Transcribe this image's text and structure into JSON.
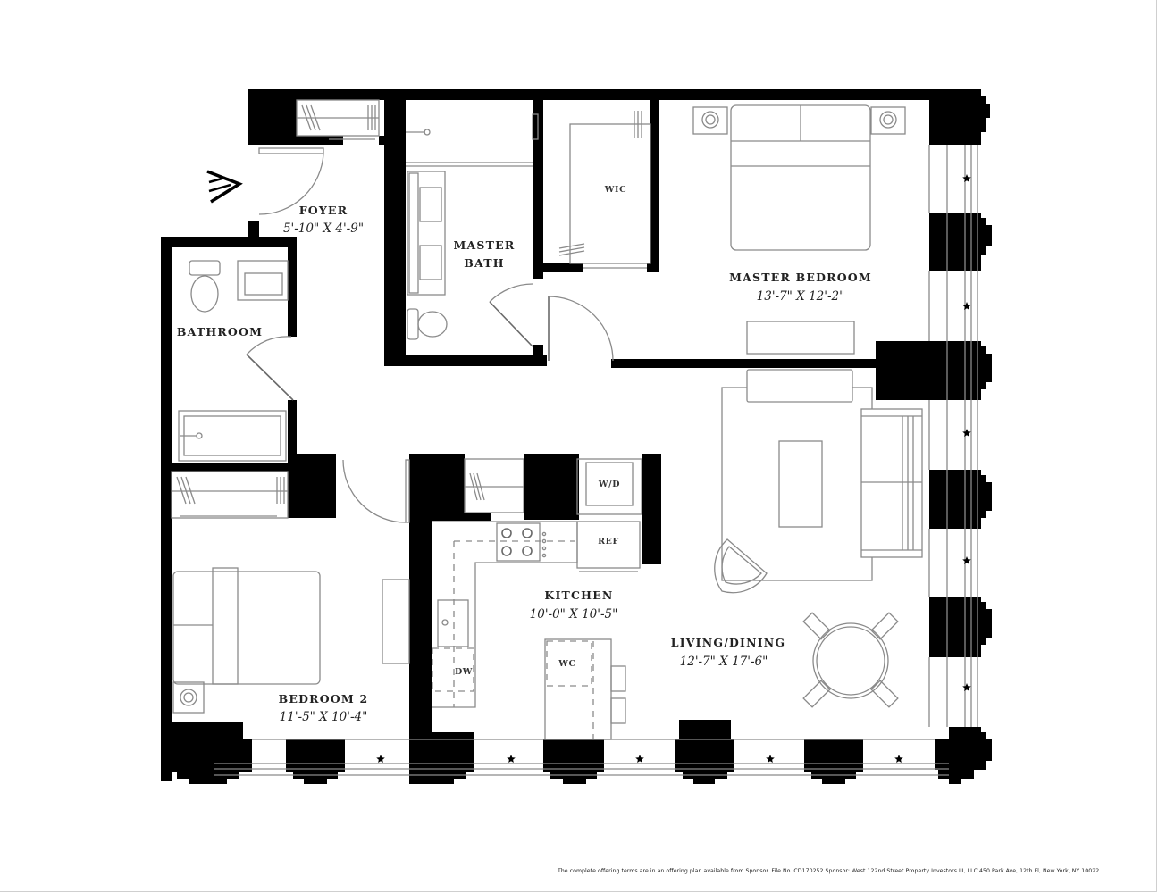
{
  "plan": {
    "rooms": [
      {
        "id": "foyer",
        "name": "FOYER",
        "dimensions": "5'-10\" X 4'-9\""
      },
      {
        "id": "master_bath",
        "name_line1": "MASTER",
        "name_line2": "BATH"
      },
      {
        "id": "wic",
        "name": "WIC"
      },
      {
        "id": "master_bedroom",
        "name": "MASTER BEDROOM",
        "dimensions": "13'-7\" X 12'-2\""
      },
      {
        "id": "bathroom",
        "name": "BATHROOM"
      },
      {
        "id": "bedroom2",
        "name": "BEDROOM 2",
        "dimensions": "11'-5\" X 10'-4\""
      },
      {
        "id": "kitchen",
        "name": "KITCHEN",
        "dimensions": "10'-0\" X 10'-5\""
      },
      {
        "id": "living_dining",
        "name": "LIVING/DINING",
        "dimensions": "12'-7\" X 17'-6\""
      }
    ],
    "fixtures": {
      "washer_dryer": "W/D",
      "refrigerator": "REF",
      "dishwasher": "DW",
      "wine_cooler": "WC"
    },
    "entry_icon": "entry-arrow-icon",
    "wall_color": "#000000",
    "line_color": "#8a8a8a"
  },
  "footer": {
    "disclaimer": "The complete offering terms are in an offering plan available from Sponsor. File No. CD170252 Sponsor: West 122nd Street Property Investors III, LLC 450 Park Ave, 12th Fl, New York, NY 10022."
  }
}
